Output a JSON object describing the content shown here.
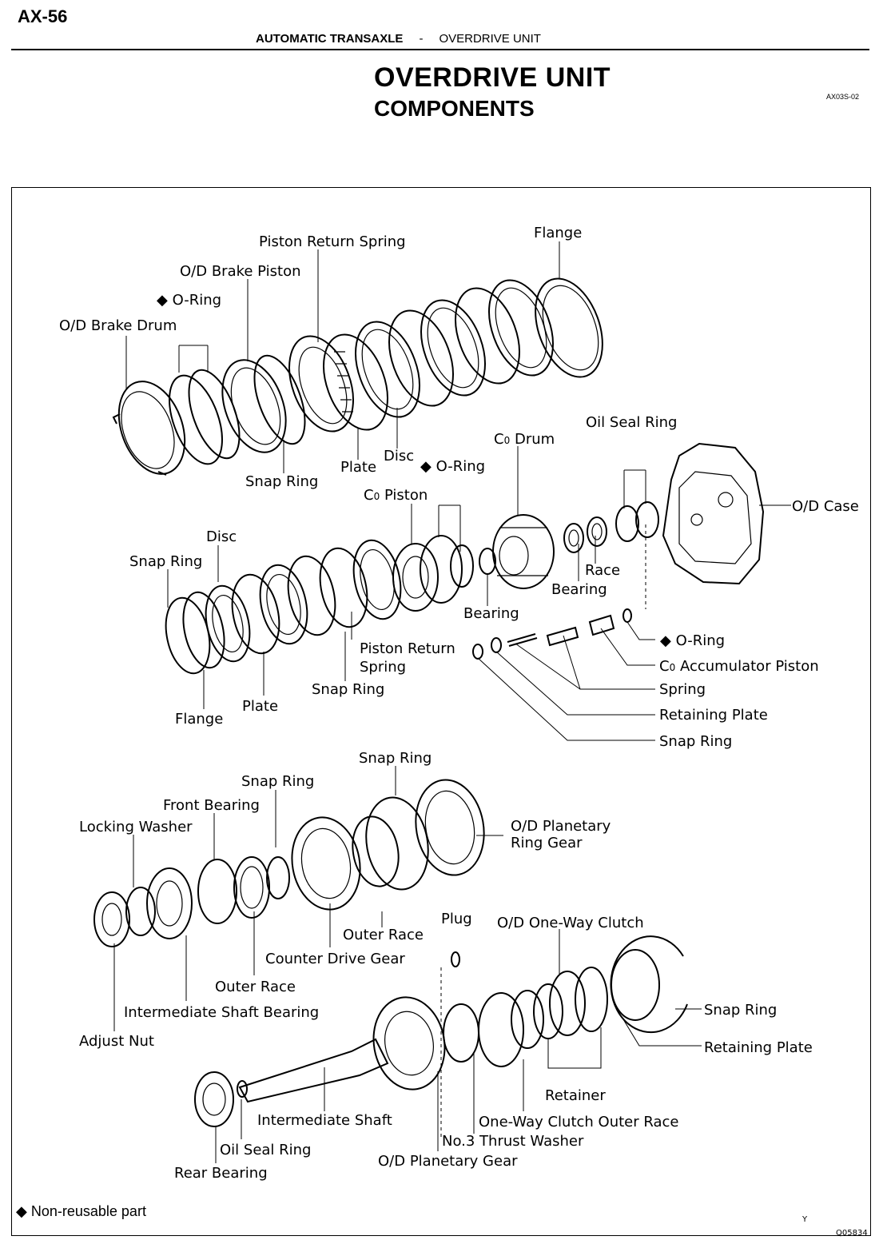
{
  "header": {
    "page_number": "AX-56",
    "section": "AUTOMATIC TRANSAXLE",
    "separator": "-",
    "subsection": "OVERDRIVE UNIT"
  },
  "title": {
    "main": "OVERDRIVE UNIT",
    "sub": "COMPONENTS",
    "doc_code": "AX03S-02"
  },
  "labels": {
    "piston_return_spring_top": "Piston Return Spring",
    "flange_top": "Flange",
    "od_brake_piston": "O/D Brake Piston",
    "oring_top": "O-Ring",
    "od_brake_drum": "O/D Brake Drum",
    "oil_seal_ring_mid": "Oil Seal Ring",
    "c0_drum": "Drum",
    "disc_top": "Disc",
    "oring_mid": "O-Ring",
    "plate_top": "Plate",
    "snap_ring_top": "Snap Ring",
    "c0_piston": "Piston",
    "od_case": "O/D Case",
    "disc_mid": "Disc",
    "snap_ring_mid_left": "Snap Ring",
    "race": "Race",
    "bearing_mid_right": "Bearing",
    "bearing_mid": "Bearing",
    "oring_acc": "O-Ring",
    "piston_return_spring_mid_1": "Piston Return",
    "piston_return_spring_mid_2": "Spring",
    "c0_acc_piston": "Accumulator Piston",
    "spring": "Spring",
    "snap_ring_mid": "Snap Ring",
    "plate_mid": "Plate",
    "retaining_plate_mid": "Retaining Plate",
    "flange_mid": "Flange",
    "snap_ring_acc": "Snap Ring",
    "snap_ring_low_top": "Snap Ring",
    "snap_ring_low_2": "Snap Ring",
    "front_bearing": "Front Bearing",
    "od_ring_gear_1": "O/D Planetary",
    "od_ring_gear_2": "Ring Gear",
    "locking_washer": "Locking Washer",
    "plug": "Plug",
    "od_one_way_clutch": "O/D One-Way Clutch",
    "outer_race_low": "Outer Race",
    "counter_drive_gear": "Counter Drive Gear",
    "outer_race_low_2": "Outer Race",
    "snap_ring_bottom_right": "Snap Ring",
    "intermediate_shaft_bearing": "Intermediate Shaft Bearing",
    "retaining_plate_bottom": "Retaining Plate",
    "adjust_nut": "Adjust Nut",
    "retainer": "Retainer",
    "intermediate_shaft": "Intermediate Shaft",
    "one_way_clutch_outer_race": "One-Way Clutch Outer Race",
    "no3_thrust_washer": "No.3 Thrust Washer",
    "oil_seal_ring_bottom": "Oil Seal Ring",
    "od_planetary_gear": "O/D Planetary Gear",
    "rear_bearing": "Rear Bearing"
  },
  "legend": {
    "symbol": "◆",
    "text": "Non-reusable part"
  },
  "corner": {
    "mark": "Y",
    "figure_number": "Q05834"
  }
}
